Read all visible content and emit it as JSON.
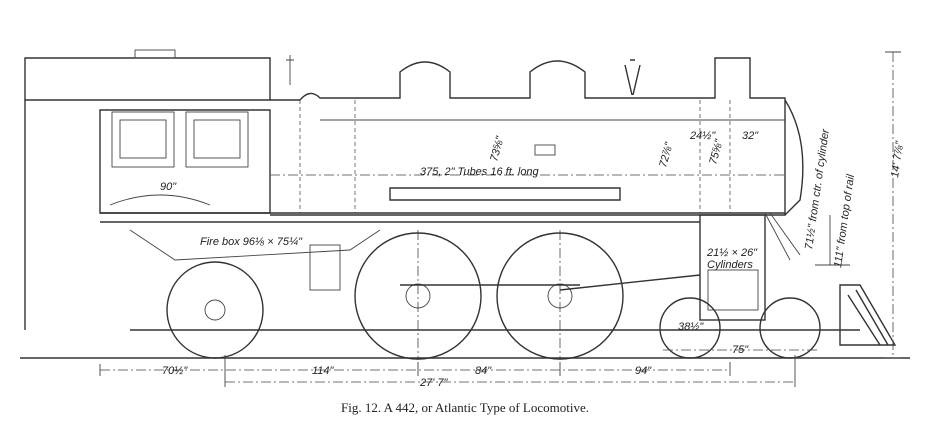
{
  "caption": "Fig. 12.   A 442, or Atlantic Type of Locomotive.",
  "labels": {
    "cab_width": "90\"",
    "tubes": "375, 2\" Tubes 16 ft. long",
    "firebox": "Fire box 96⅛ × 75¼\"",
    "boiler_dia_1": "73⅝\"",
    "boiler_dia_2": "72⅞\"",
    "boiler_dia_3": "75⅝\"",
    "smokebox_1": "24½\"",
    "smokebox_2": "32\"",
    "cylinder_center": "71½\" from ctr. of cylinder",
    "rail_height": "111\" from top of rail",
    "overall_height": "14' 7⅞\"",
    "cylinders": "21½ × 26\"",
    "cylinders_label": "Cylinders",
    "truck_wheel": "38½\"",
    "truck_base": "75\"",
    "rear_overhang": "70½\"",
    "wheelbase_1": "114\"",
    "wheelbase_2": "84\"",
    "wheelbase_3": "94\"",
    "total_wheelbase": "27' 7\""
  }
}
